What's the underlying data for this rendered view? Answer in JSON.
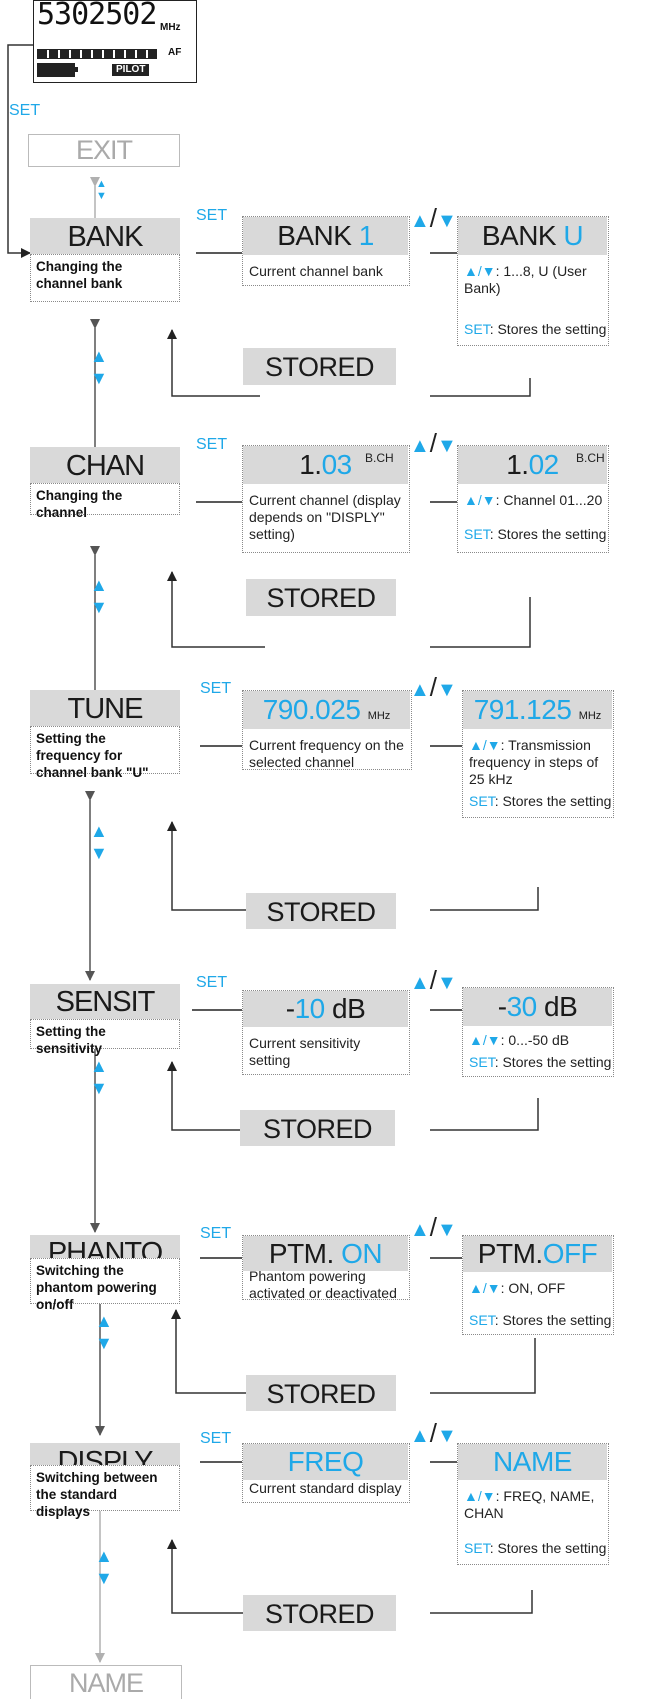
{
  "display": {
    "freq_digits": "5302502",
    "mhz": "MHz",
    "af": "AF",
    "pilot": "PILOT"
  },
  "top": {
    "set": "SET",
    "exit": "EXIT",
    "name": "NAME"
  },
  "arrows": {
    "up": "▲",
    "down": "▼",
    "updown": "▲/▼",
    "slash": "/"
  },
  "rows": [
    {
      "menu": "BANK",
      "desc": "Changing the channel bank",
      "set": "SET",
      "current_pre": "BANK ",
      "current_val": "1",
      "current_post": "",
      "current_desc": "Current channel bank",
      "new_pre": "BANK ",
      "new_val": "U",
      "new_post": "",
      "options": "1...8, U (User Bank)",
      "set_note": "Stores the setting",
      "stored": "STORED"
    },
    {
      "menu": "CHAN",
      "desc": "Changing the channel",
      "set": "SET",
      "current_pre": "1.",
      "current_val": "03",
      "current_post": "",
      "tag": "B.CH",
      "current_desc": "Current channel (display depends on \"DISPLY\" setting)",
      "new_pre": "1.",
      "new_val": "02",
      "new_post": "",
      "options": "Channel  01...20",
      "set_note": "Stores the setting",
      "stored": "STORED"
    },
    {
      "menu": "TUNE",
      "desc": "Setting the frequency for channel bank \"U\"",
      "set": "SET",
      "current_pre": "",
      "current_val": "790.025",
      "current_post": "",
      "unit": "MHz",
      "current_desc": "Current frequency on the selected channel",
      "new_pre": "",
      "new_val": "791.125",
      "new_post": "",
      "options": "Transmission frequency in steps of 25 kHz",
      "set_note": "Stores the setting",
      "stored": "STORED"
    },
    {
      "menu": "SENSIT",
      "desc": "Setting the sensitivity",
      "set": "SET",
      "current_pre": "-",
      "current_val": "10",
      "current_post": " dB",
      "current_desc": "Current sensitivity setting",
      "new_pre": "-",
      "new_val": "30",
      "new_post": " dB",
      "options": "0...-50 dB",
      "set_note": "Stores the setting",
      "stored": "STORED"
    },
    {
      "menu": "PHANTO",
      "desc": "Switching the phantom powering on/off",
      "set": "SET",
      "current_pre": "PTM. ",
      "current_val": "ON",
      "current_post": "",
      "current_desc": "Phantom powering activated or deactivated",
      "new_pre": "PTM.",
      "new_val": "OFF",
      "new_post": "",
      "options": "ON, OFF",
      "set_note": "Stores the setting",
      "stored": "STORED"
    },
    {
      "menu": "DISPLY",
      "desc": "Switching between the standard displays",
      "set": "SET",
      "current_pre": "",
      "current_val": "FREQ",
      "current_post": "",
      "current_desc": "Current standard display",
      "new_pre": "",
      "new_val": "NAME",
      "new_post": "",
      "options": "FREQ, NAME, CHAN",
      "set_note": "Stores the setting",
      "stored": "STORED"
    }
  ],
  "colors": {
    "accent": "#1fa8e8",
    "gray_box": "#d9d9d9",
    "line": "#333333",
    "light_line": "#b0b0b0"
  }
}
